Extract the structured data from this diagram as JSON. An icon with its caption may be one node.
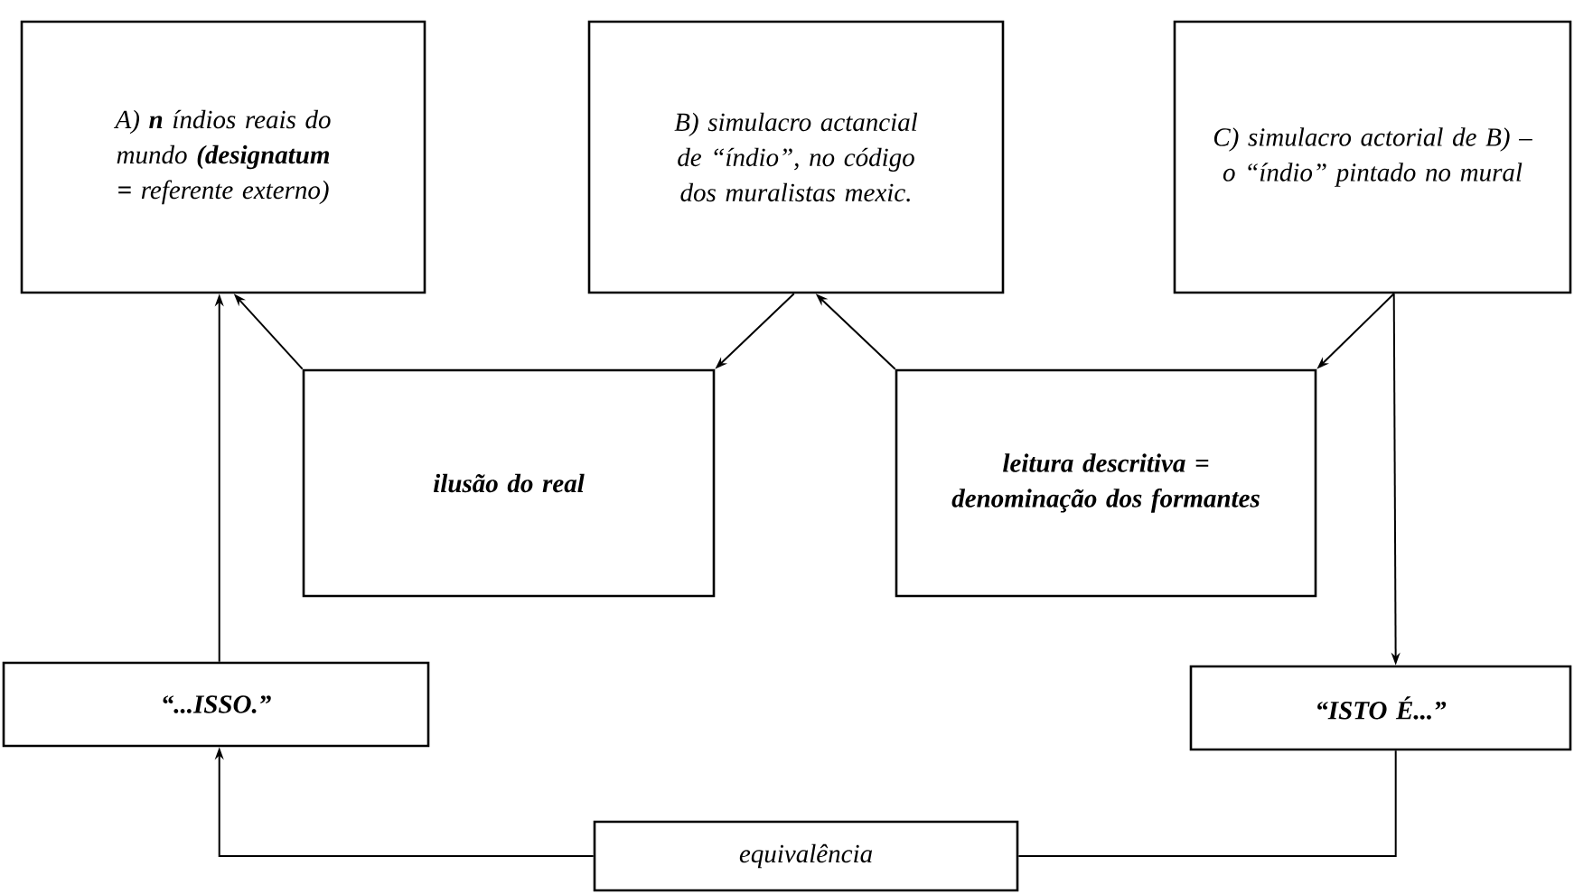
{
  "diagram": {
    "nodes": [
      {
        "text": [
          "A) **n** índios reais do mundo **(designatum =** referente externo)"
        ]
      },
      {
        "text": [
          "B) simulacro actancial de “índio”, no código dos muralistas mexic."
        ]
      },
      {
        "text": [
          "C) simulacro actorial de B) – o “índio” pintado no mural"
        ]
      },
      {
        "text": [
          "ilusão do real"
        ]
      },
      {
        "text": [
          "leitura descritiva = denominação dos formantes"
        ]
      },
      {
        "text": [
          "“...ISSO.”"
        ]
      },
      {
        "text": [
          "“ISTO É...”"
        ]
      },
      {
        "text": [
          "equivalência"
        ]
      }
    ],
    "edges": [
      {
        "from": 3,
        "to": 0,
        "arrow": "to"
      },
      {
        "from": 1,
        "to": 3,
        "arrow": "to"
      },
      {
        "from": 4,
        "to": 1,
        "arrow": "to"
      },
      {
        "from": 2,
        "to": 4,
        "arrow": "to"
      },
      {
        "from": 2,
        "to": 6,
        "arrow": "to"
      },
      {
        "from": 5,
        "to": 0,
        "arrow": "to"
      },
      {
        "from": 7,
        "to": 5,
        "arrow": "to"
      },
      {
        "from": 6,
        "to": 7,
        "arrow": "none"
      }
    ]
  }
}
